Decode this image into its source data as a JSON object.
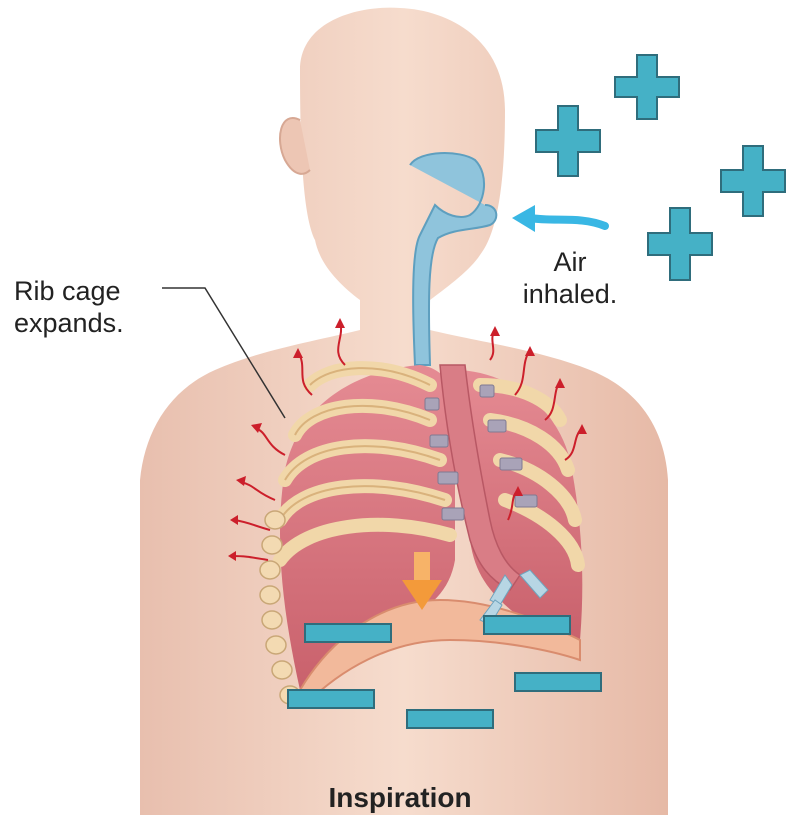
{
  "labels": {
    "rib_cage": "Rib cage expands.",
    "air": "Air inhaled.",
    "title": "Inspiration"
  },
  "colors": {
    "marker_fill": "#45b1c6",
    "marker_stroke": "#2f6d7c",
    "skin": "#f3d3c2",
    "lung": "#d7707a",
    "rib": "#f1d7a9",
    "airway": "#8fc4dc",
    "arrow_red": "#cc1f2b",
    "arrow_blue": "#39b7e4",
    "diaphragm_arrow": "#f39a3a"
  },
  "markers": {
    "plus_count": 4,
    "minus_count": 5
  }
}
